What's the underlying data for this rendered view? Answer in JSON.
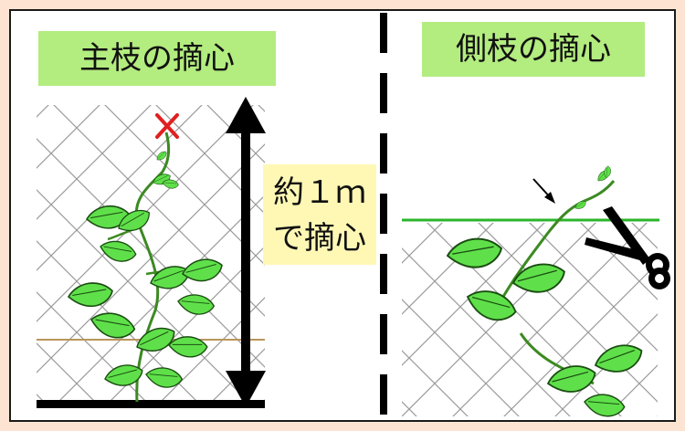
{
  "left_panel": {
    "title": "主枝の摘心",
    "note_line1": "約１ｍ",
    "note_line2": "で摘心"
  },
  "right_panel": {
    "title": "側枝の摘心"
  },
  "icons": [
    "cross-icon",
    "height-arrow-icon",
    "pointer-arrow-icon",
    "scissors-icon"
  ],
  "colors": {
    "background": "#fde4d2",
    "label_green": "#b3ec7f",
    "note_yellow": "#fff8b5",
    "leaf_green": "#5fe04a",
    "guide_line": "#2bb52b",
    "cross_red": "#e02020"
  }
}
